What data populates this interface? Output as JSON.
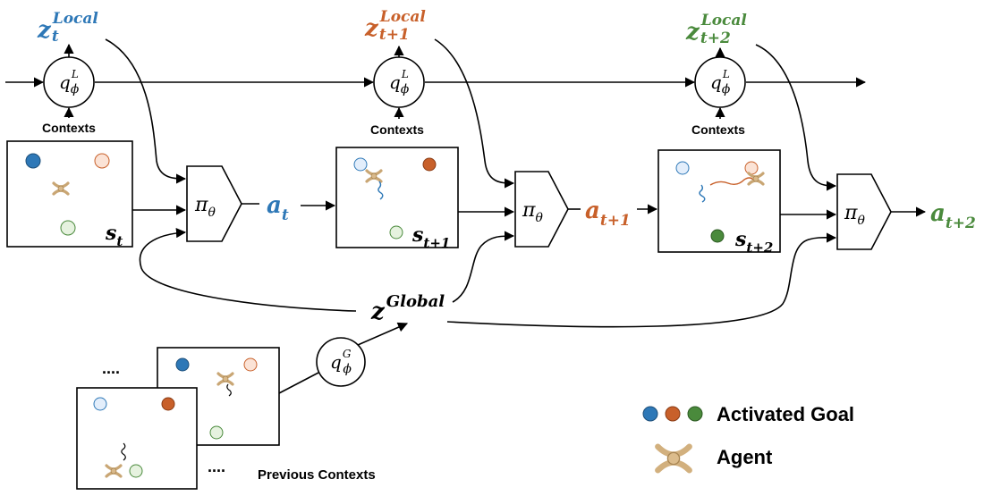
{
  "colors": {
    "blue": "#2e78b7",
    "orange": "#c8602a",
    "green": "#4a8a3c",
    "blue_light": "#e3eefb",
    "orange_light": "#fbe3d6",
    "green_light": "#e6f2df",
    "agent": "#d9b98a",
    "ink": "#000000"
  },
  "latents": [
    {
      "sym": "z",
      "sub": "t",
      "sup": "Local",
      "color": "blue"
    },
    {
      "sym": "z",
      "sub": "t+1",
      "sup": "Local",
      "color": "orange"
    },
    {
      "sym": "z",
      "sub": "t+2",
      "sup": "Local",
      "color": "green"
    }
  ],
  "encoder_local": {
    "sym": "q",
    "sub": "ϕ",
    "sup": "L"
  },
  "encoder_global": {
    "sym": "q",
    "sub": "ϕ",
    "sup": "G"
  },
  "contexts_label": "Contexts",
  "states": [
    {
      "sym": "s",
      "sub": "t"
    },
    {
      "sym": "s",
      "sub": "t+1"
    },
    {
      "sym": "s",
      "sub": "t+2"
    }
  ],
  "policy": {
    "sym": "π",
    "sub": "θ"
  },
  "actions": [
    {
      "sym": "a",
      "sub": "t",
      "color": "blue"
    },
    {
      "sym": "a",
      "sub": "t+1",
      "color": "orange"
    },
    {
      "sym": "a",
      "sub": "t+2",
      "color": "green"
    }
  ],
  "global_latent": {
    "sym": "z",
    "sup": "Global"
  },
  "previous": {
    "dots": "....",
    "label": "Previous Contexts"
  },
  "legend": {
    "goal_label": "Activated Goal",
    "agent_label": "Agent"
  }
}
